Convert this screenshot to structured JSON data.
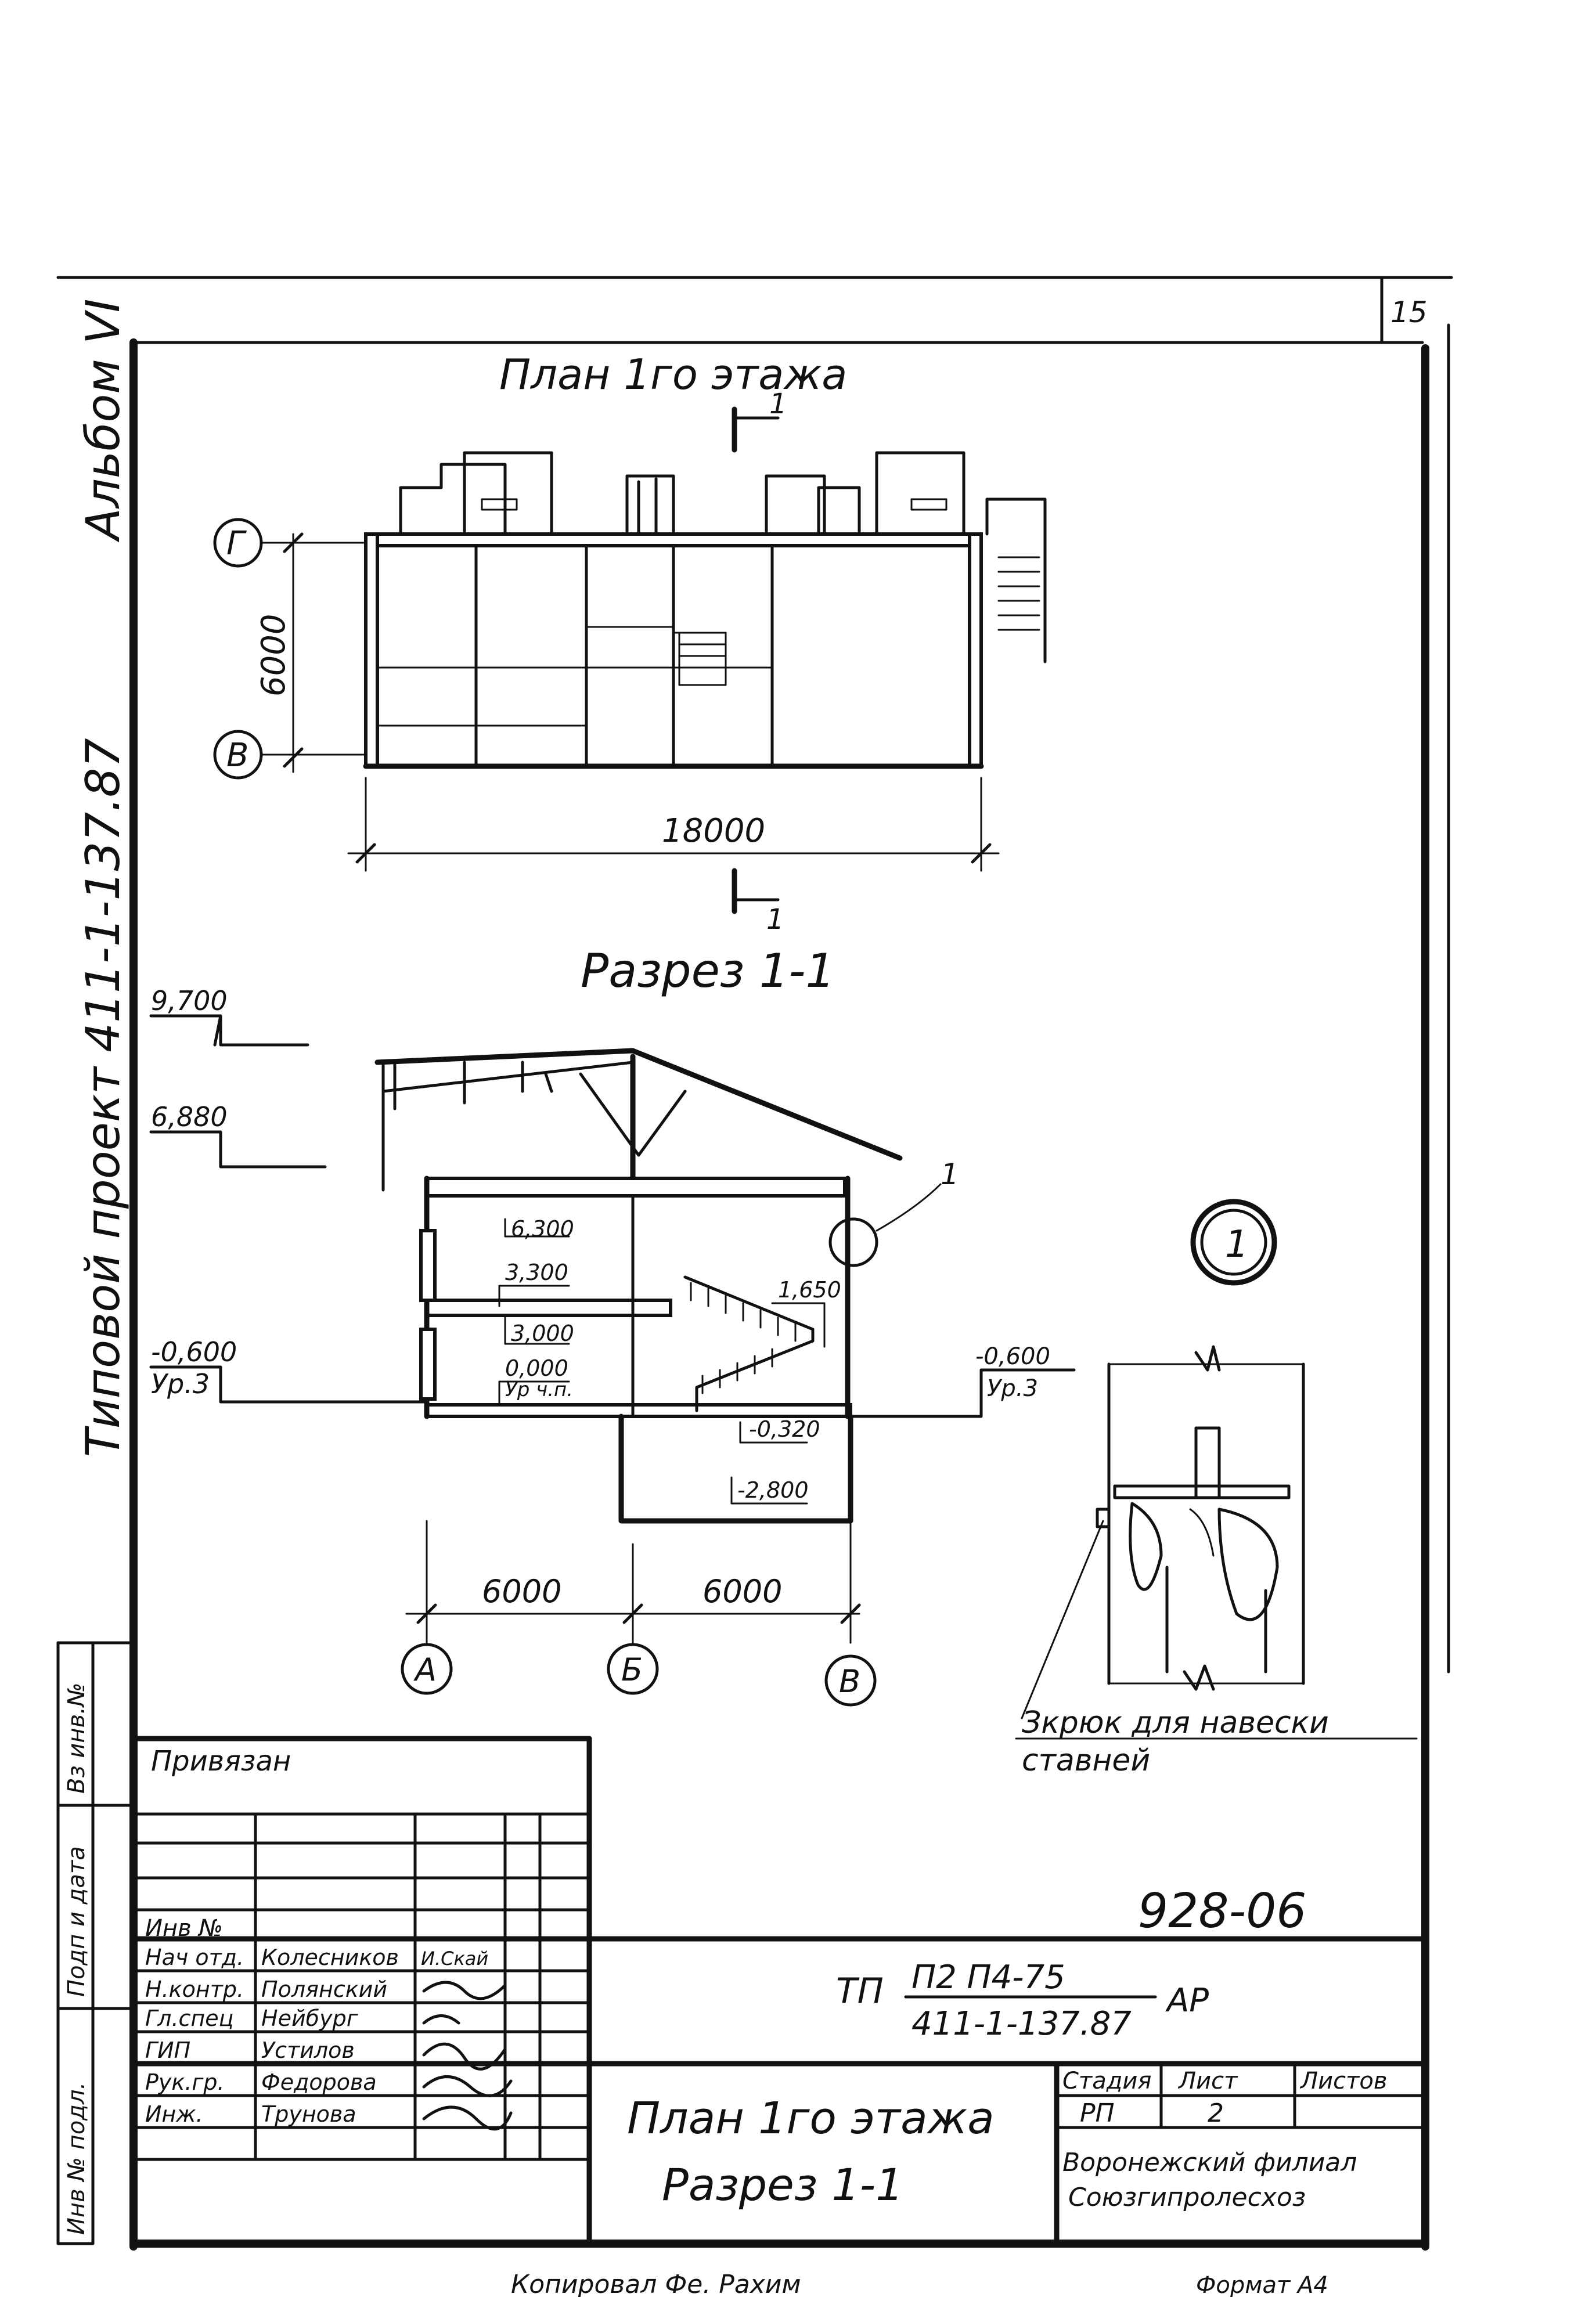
{
  "sheet_corner_number": "15",
  "album": "Альбом VI",
  "project_side_label": "Типовой проект 411-1-137.87",
  "plan": {
    "title": "План 1го этажа",
    "section_mark": "1",
    "axis_g": "Г",
    "axis_v": "В",
    "dim_vertical": "6000",
    "dim_horizontal": "18000"
  },
  "section": {
    "title": "Разрез 1-1",
    "lvl_ridge": "9,700",
    "lvl_eaves": "6,880",
    "lvl_ceiling2": "6,300",
    "lvl_floor2": "3,300",
    "lvl_ceiling1": "3,000",
    "lvl_landing": "1,650",
    "lvl_floor0": "0,000",
    "lvl_floor0_note": "Ур ч.п.",
    "lvl_ground_left": "-0,600",
    "lvl_ground_left_note": "Ур.3",
    "lvl_ground_right": "-0,600",
    "lvl_ground_right_note": "Ур.3",
    "lvl_basement_top": "-0,320",
    "lvl_basement_floor": "-2,800",
    "callout": "1",
    "dim_1": "6000",
    "dim_2": "6000",
    "axis_a": "А",
    "axis_b": "Б",
    "axis_v": "В"
  },
  "detail": {
    "number": "1",
    "caption_line1": "Зкрюк для навески",
    "caption_line2": "ставней"
  },
  "side_stamp": {
    "inv_podl": "Инв № подл.",
    "podp_data": "Подп и дата",
    "vzam_inv": "Вз инв.№"
  },
  "titleblock": {
    "privyazan": "Привязан",
    "inv_no": "Инв №",
    "drawing_code": "928-06",
    "tp_prefix": "ТП",
    "tp_top": "П2 П4-75",
    "tp_bottom": "411-1-137.87",
    "tp_mark": "АР",
    "rows": [
      {
        "role": "Нач отд.",
        "name": "Колесников",
        "sign": "И.Скай"
      },
      {
        "role": "Н.контр.",
        "name": "Полянский",
        "sign": "~"
      },
      {
        "role": "Гл.спец",
        "name": "Нейбург",
        "sign": "~"
      },
      {
        "role": "ГИП",
        "name": "Устилов",
        "sign": "~"
      },
      {
        "role": "Рук.гр.",
        "name": "Федорова",
        "sign": "~"
      },
      {
        "role": "Инж.",
        "name": "Трунова",
        "sign": "~"
      }
    ],
    "sheet_title_1": "План 1го этажа",
    "sheet_title_2": "Разрез 1-1",
    "stadia_h": "Стадия",
    "list_h": "Лист",
    "listov_h": "Листов",
    "stadia": "РП",
    "list": "2",
    "org_1": "Воронежский филиал",
    "org_2": "Союзгипролесхоз",
    "footer_left": "Копировал Фе.   Рахим",
    "footer_right": "Формат А4"
  }
}
